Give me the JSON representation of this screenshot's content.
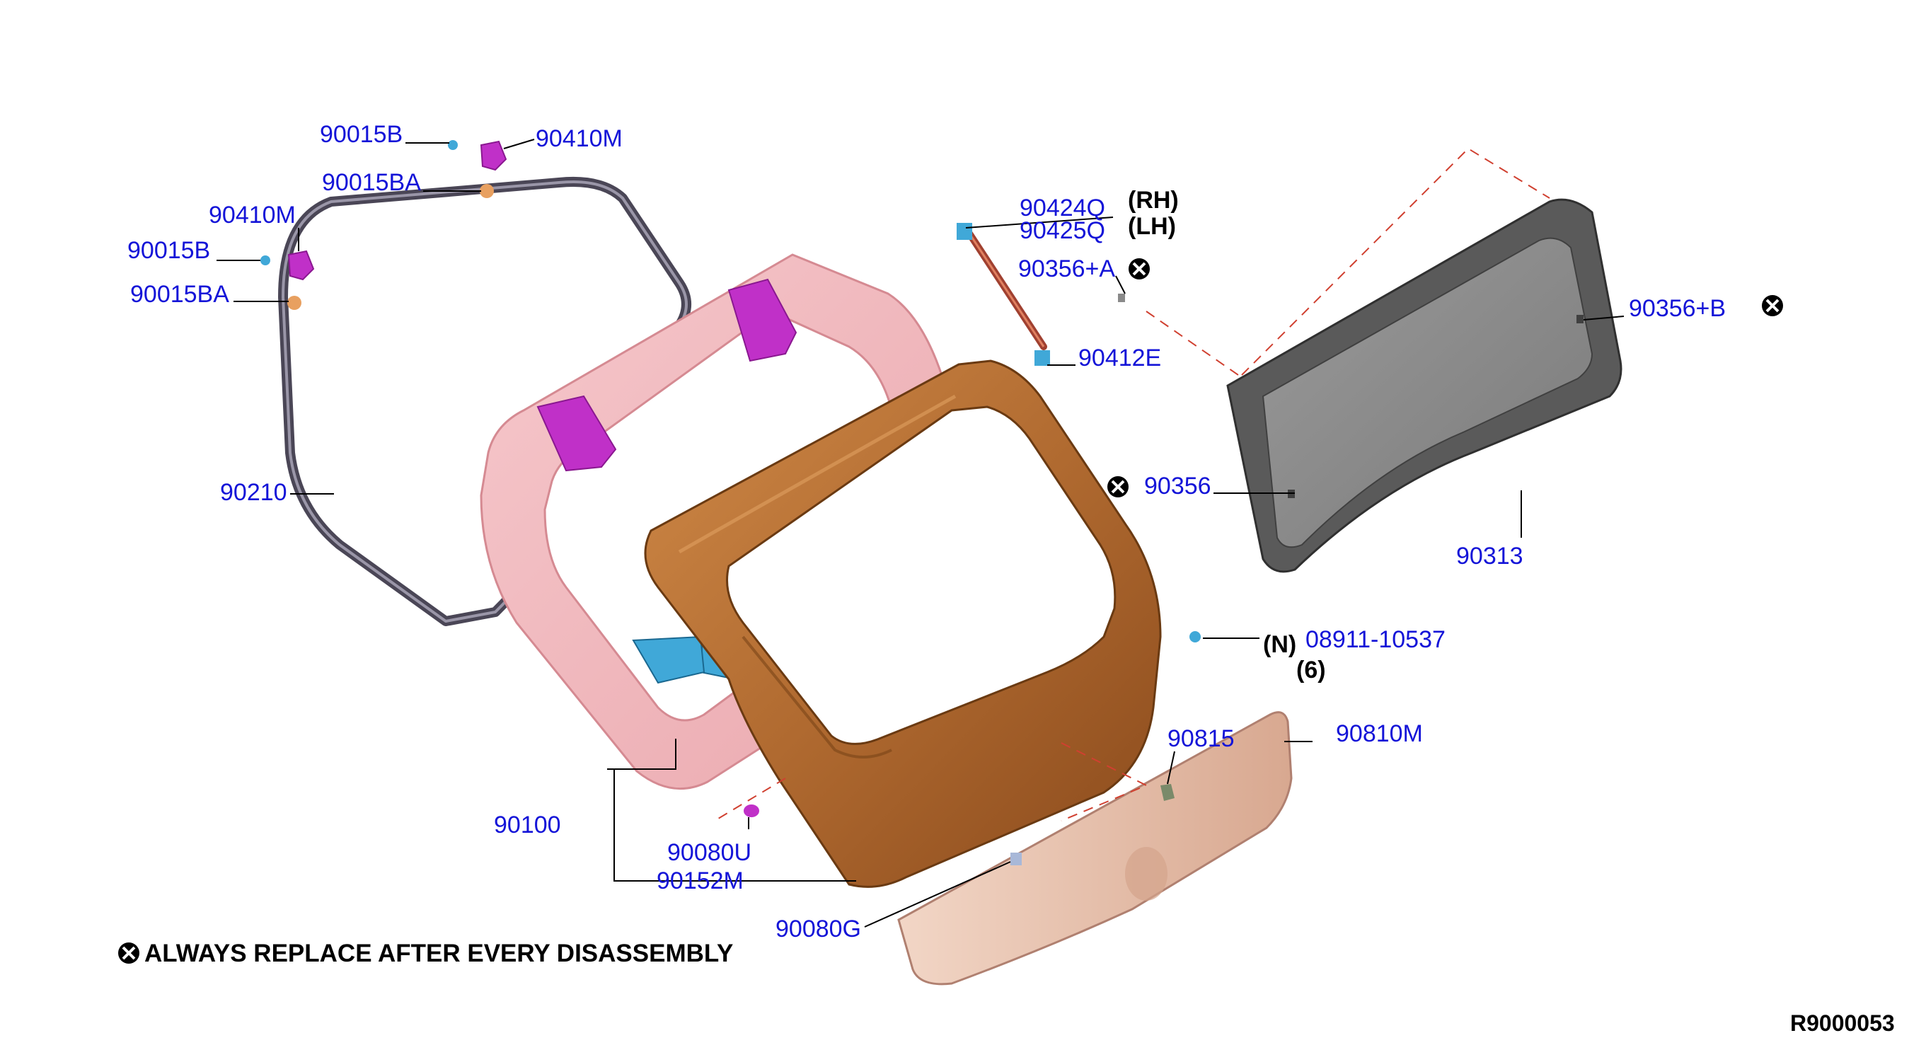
{
  "labels": {
    "p90015B_top": "90015B",
    "p90410M_top": "90410M",
    "p90015BA_top": "90015BA",
    "p90410M_left": "90410M",
    "p90015B_left": "90015B",
    "p90015BA_left": "90015BA",
    "p90210": "90210",
    "p90100": "90100",
    "p90080U": "90080U",
    "p90152M": "90152M",
    "p90080G": "90080G",
    "p90424Q": "90424Q",
    "p90425Q": "90425Q",
    "side_rh": "(RH)",
    "side_lh": "(LH)",
    "p90356A": "90356+A",
    "p90412E": "90412E",
    "p90356B": "90356+B",
    "p90356": "90356",
    "p90313": "90313",
    "nut_prefix": "(N)",
    "p08911": "08911-10537",
    "nut_qty": "(6)",
    "p90815": "90815",
    "p90810M": "90810M"
  },
  "note": "ALWAYS REPLACE AFTER EVERY DISASSEMBLY",
  "diagram_code": "R9000053",
  "colors": {
    "label": "#1414d8",
    "weatherstrip": "#4a4656",
    "inner_panel": "#f2b8bc",
    "outer_panel": "#b8743a",
    "window_glass": "#8a8a8a",
    "finisher": "#e8c4b0",
    "hinge": "#c030c8",
    "reinforcement": "#40a8d8"
  },
  "icons": {
    "replace_marker": "circled-x-icon"
  }
}
